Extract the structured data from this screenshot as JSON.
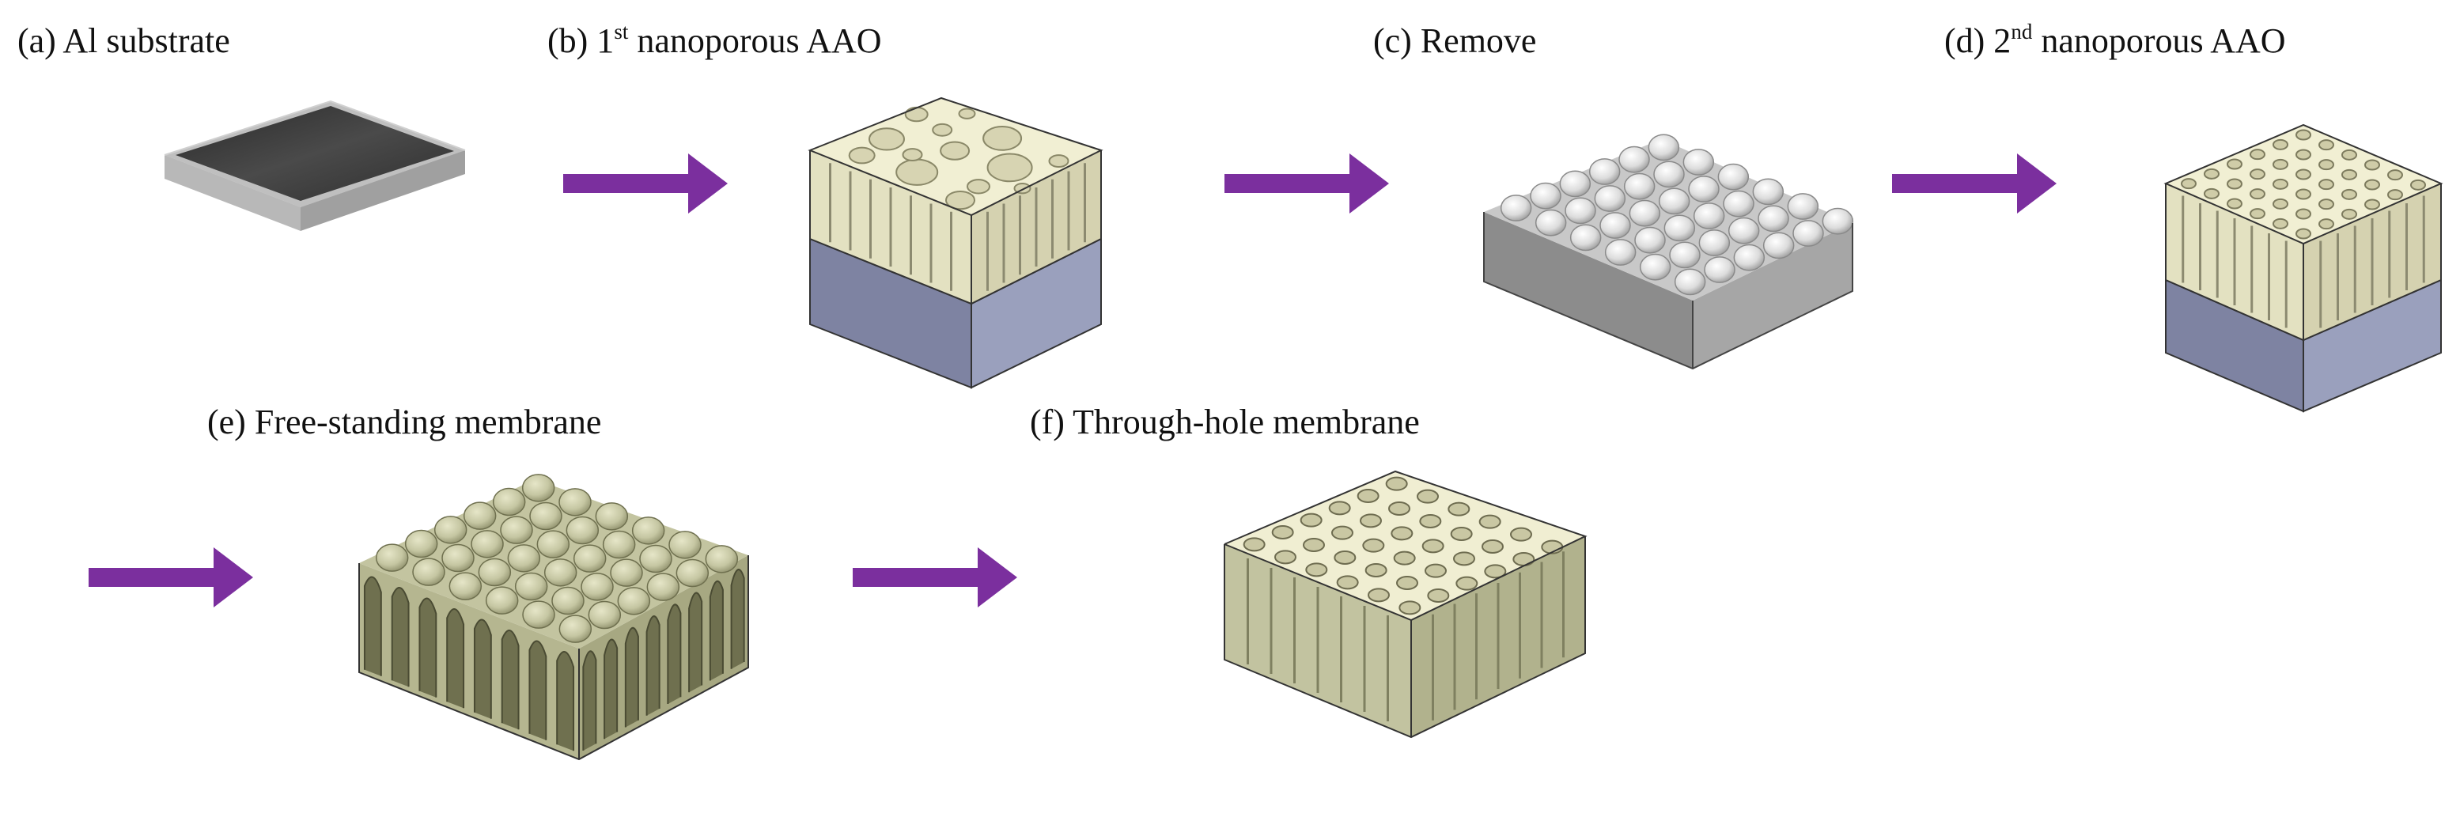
{
  "figure": {
    "panels": [
      {
        "id": "a",
        "label": "(a) Al substrate",
        "sup": "",
        "rest": ""
      },
      {
        "id": "b",
        "label": "(b) 1",
        "sup": "st",
        "rest": " nanoporous AAO"
      },
      {
        "id": "c",
        "label": "(c) Remove",
        "sup": "",
        "rest": ""
      },
      {
        "id": "d",
        "label": "(d) 2",
        "sup": "nd",
        "rest": " nanoporous AAO"
      },
      {
        "id": "e",
        "label": "(e) Free-standing membrane",
        "sup": "",
        "rest": ""
      },
      {
        "id": "f",
        "label": "(f) Through-hole membrane",
        "sup": "",
        "rest": ""
      }
    ],
    "arrow_count": 5
  },
  "colors": {
    "arrow": "#7b2f9e",
    "alumina": "#efedcf",
    "alumina_shade": "#d7d4b2",
    "membrane": "#b9ba94",
    "substrate_side": "#8e93ad",
    "aluminum": "#a8a8a8",
    "plate": "#3b3b3b"
  }
}
